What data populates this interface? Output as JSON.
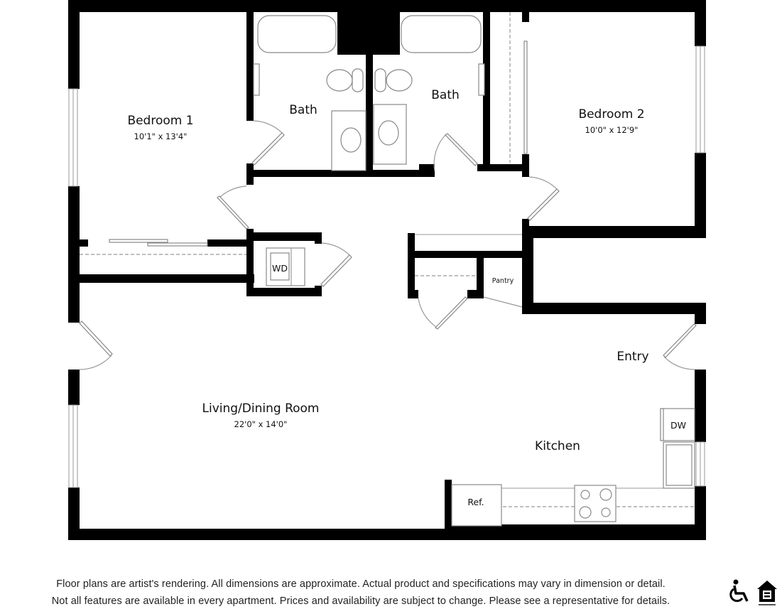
{
  "floor_plan": {
    "rooms": [
      {
        "id": "bedroom1",
        "name": "Bedroom 1",
        "dimensions": "10'1\" x 13'4\""
      },
      {
        "id": "bath1",
        "name": "Bath",
        "dimensions": ""
      },
      {
        "id": "bath2",
        "name": "Bath",
        "dimensions": ""
      },
      {
        "id": "bedroom2",
        "name": "Bedroom 2",
        "dimensions": "10'0\" x 12'9\""
      },
      {
        "id": "living",
        "name": "Living/Dining Room",
        "dimensions": "22'0\" x 14'0\""
      },
      {
        "id": "kitchen",
        "name": "Kitchen",
        "dimensions": ""
      },
      {
        "id": "entry",
        "name": "Entry",
        "dimensions": ""
      }
    ],
    "fixtures": {
      "washer_dryer": "WD",
      "pantry": "Pantry",
      "dishwasher": "DW",
      "refrigerator": "Ref."
    },
    "wall_color": "#000000",
    "fixture_line_color": "#888888"
  },
  "disclaimer": {
    "line1": "Floor plans are artist's rendering. All dimensions are approximate. Actual product and specifications may vary in dimension or detail.",
    "line2": "Not all features are available in every apartment. Prices and availability are subject to change. Please see a representative for details."
  },
  "badges": [
    {
      "icon": "wheelchair-accessibility-icon"
    },
    {
      "icon": "equal-housing-opportunity-icon"
    }
  ]
}
